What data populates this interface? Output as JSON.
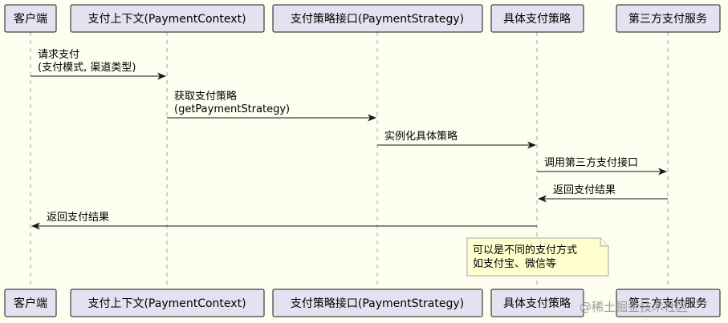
{
  "participants": [
    {
      "id": "client",
      "label": "客户端"
    },
    {
      "id": "context",
      "label": "支付上下文(PaymentContext)"
    },
    {
      "id": "strategy_if",
      "label": "支付策略接口(PaymentStrategy)"
    },
    {
      "id": "concrete",
      "label": "具体支付策略"
    },
    {
      "id": "third",
      "label": "第三方支付服务"
    }
  ],
  "messages": [
    {
      "from": "client",
      "to": "context",
      "lines": [
        "请求支付",
        "(支付模式, 渠道类型)"
      ]
    },
    {
      "from": "context",
      "to": "strategy_if",
      "lines": [
        "获取支付策略",
        "(getPaymentStrategy)"
      ]
    },
    {
      "from": "strategy_if",
      "to": "concrete",
      "lines": [
        "实例化具体策略"
      ]
    },
    {
      "from": "concrete",
      "to": "third",
      "lines": [
        "调用第三方支付接口"
      ]
    },
    {
      "from": "third",
      "to": "concrete",
      "lines": [
        "返回支付结果"
      ]
    },
    {
      "from": "concrete",
      "to": "client",
      "lines": [
        "返回支付结果"
      ]
    }
  ],
  "note": {
    "lines": [
      "可以是不同的支付方式",
      "如支付宝、微信等"
    ]
  },
  "watermark": "@稀土掘金技术社区"
}
